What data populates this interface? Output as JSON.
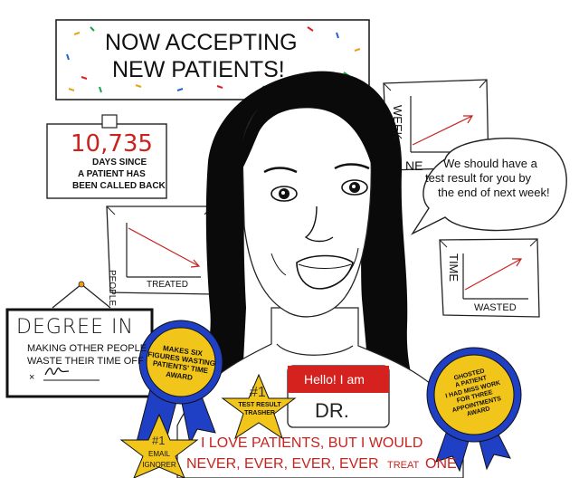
{
  "banner": {
    "line1": "NOW ACCEPTING",
    "line2": "NEW PATIENTS!"
  },
  "counter_sign": {
    "count": "10,735",
    "line1": "DAYS SINCE",
    "line2": "A PATIENT HAS",
    "line3": "BEEN CALLED BACK"
  },
  "chart_people_treated": {
    "ylabel": "PEOPLE",
    "xlabel": "TREATED",
    "trend": "down"
  },
  "chart_week": {
    "ylabel": "WEEK",
    "partial_xlabel": "NE",
    "trend": "up"
  },
  "chart_time_wasted": {
    "ylabel": "TIME",
    "xlabel": "WASTED",
    "trend": "up"
  },
  "speech_bubble": {
    "line1": "We should have a",
    "line2": "test result for you by",
    "line3": "the end of next week!"
  },
  "degree_sign": {
    "title": "DEGREE IN",
    "line1": "MAKING OTHER PEOPLE",
    "line2": "WASTE THEIR TIME OFF",
    "sign_mark": "×"
  },
  "ribbons": {
    "ribbon1": [
      "MAKES SIX",
      "FIGURES WASTING",
      "PATIENTS' TIME",
      "AWARD"
    ],
    "ribbon2": [
      "GHOSTED",
      "A PATIENT",
      "I HAD MISS WORK",
      "FOR THREE",
      "APPOINTMENTS",
      "AWARD"
    ],
    "star1": [
      "#1",
      "TEST RESULT",
      "TRASHER"
    ],
    "star2": [
      "#1",
      "EMAIL",
      "IGNORER"
    ]
  },
  "name_tag": {
    "greeting": "Hello! I am",
    "name": "DR."
  },
  "shirt_text": {
    "line1": "I LOVE   PATIENTS, BUT I WOULD",
    "line2_a": "NEVER, EVER, EVER, EVER",
    "line2_b": "TREAT",
    "line2_c": "ONE"
  },
  "colors": {
    "ink": "#111111",
    "red": "#c8231f",
    "ribbon_blue": "#1f3fc4",
    "star_yellow": "#f2c51b",
    "paper": "#ffffff",
    "hair": "#0a0a0a"
  }
}
